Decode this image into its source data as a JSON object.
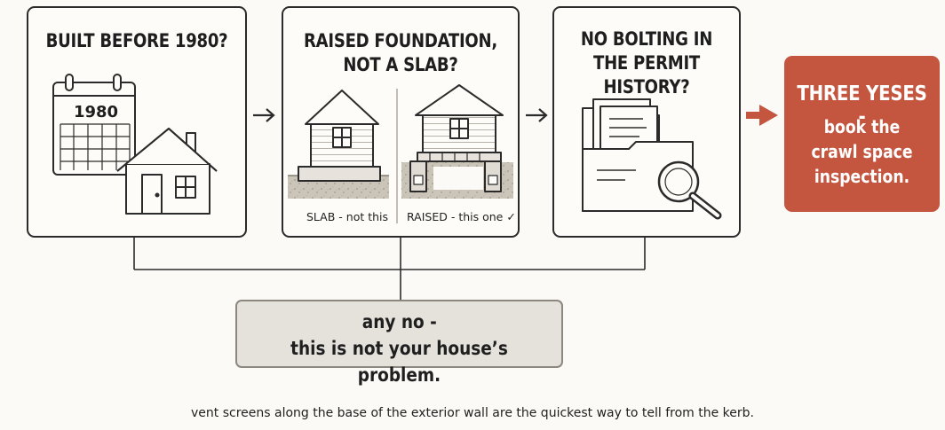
{
  "steps": [
    {
      "title": "BUILT BEFORE 1980?",
      "calendar_year": "1980"
    },
    {
      "title": "RAISED FOUNDATION,\nNOT A SLAB?",
      "caption_left": "SLAB - not this",
      "caption_right": "RAISED - this one ✓"
    },
    {
      "title": "NO BOLTING IN\nTHE PERMIT HISTORY?"
    }
  ],
  "result": {
    "line1": "THREE YESES -",
    "rest": "book the\ncrawl space\ninspection."
  },
  "fallback": {
    "line1": "any no -",
    "line2": "this is not your house’s problem."
  },
  "footnote": "vent screens along the base of the exterior wall are the quickest way to tell from the kerb.",
  "colors": {
    "accent": "#c4553e",
    "ink": "#2b2b2b",
    "ground": "#c8c2b6",
    "fallback_bg": "#e5e1db"
  },
  "icons": [
    "calendar-icon",
    "house-icon",
    "slab-house-icon",
    "raised-house-icon",
    "file-folder-icon",
    "magnifier-icon",
    "arrow-right-icon",
    "check-icon"
  ]
}
